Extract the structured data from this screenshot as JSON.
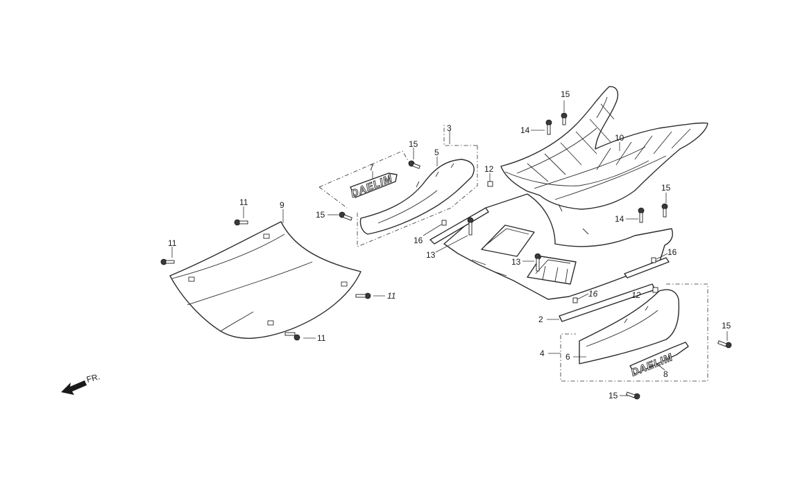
{
  "brand": {
    "logo_text": "DAELIM"
  },
  "direction": {
    "label": "FR."
  },
  "callouts": {
    "c2": "2",
    "c3": "3",
    "c4": "4",
    "c5": "5",
    "c6": "6",
    "c7": "7",
    "c8": "8",
    "c9": "9",
    "c10": "10",
    "c11": "11",
    "c12": "12",
    "c13": "13",
    "c14": "14",
    "c15": "15",
    "c16": "16"
  }
}
